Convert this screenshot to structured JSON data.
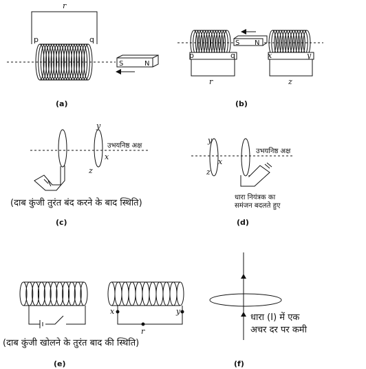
{
  "panel_a": {
    "caption": "(a)",
    "labels": {
      "r": "r",
      "p": "p",
      "q": "q"
    },
    "magnet": {
      "s": "S",
      "n": "N"
    }
  },
  "panel_b": {
    "caption": "(b)",
    "labels": {
      "p": "p",
      "q": "q",
      "r": "r",
      "x": "x",
      "y": "y",
      "z": "z"
    },
    "magnet": {
      "s": "S",
      "n": "N"
    }
  },
  "panel_c": {
    "caption": "(c)",
    "labels": {
      "y": "y",
      "x": "x",
      "z": "z"
    },
    "axis_label": "उभयनिष्ठ अक्ष",
    "note": "(दाब कुंजी तुरंत बंद करने के बाद स्थिति)"
  },
  "panel_d": {
    "caption": "(d)",
    "labels": {
      "y": "y",
      "x": "x",
      "z": "z"
    },
    "axis_label": "उभयनिष्ठ अक्ष",
    "note_line1": "धारा नियंत्रक का",
    "note_line2": "समंजन बदलते हुए"
  },
  "panel_e": {
    "caption": "(e)",
    "labels": {
      "x": "x",
      "y": "y",
      "r": "r"
    },
    "note": "(दाब कुंजी खोलने के तुरंत बाद की स्थिति)"
  },
  "panel_f": {
    "caption": "(f)",
    "note_line1": "धारा (I) में एक",
    "note_line2": "अचर दर पर कमी"
  }
}
